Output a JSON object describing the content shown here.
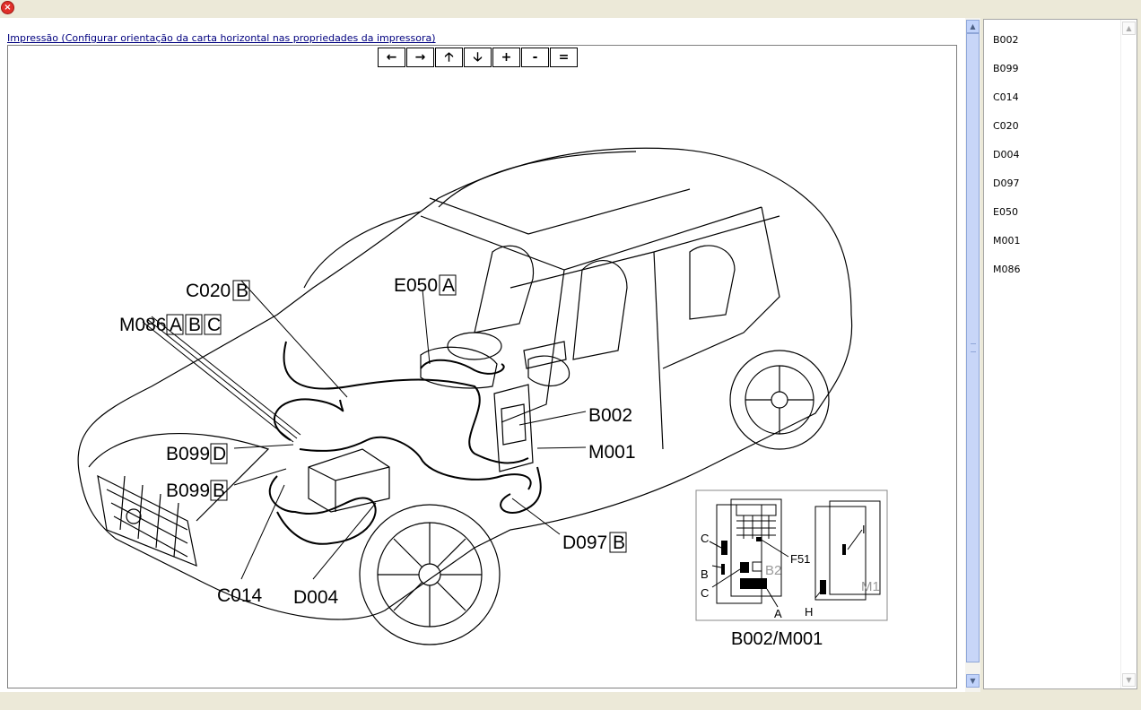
{
  "window": {
    "close_glyph": "×"
  },
  "print_link": "Impressão (Configurar orientação da carta horizontal nas propriedades da impressora)",
  "toolbar": {
    "buttons": [
      {
        "label": "←",
        "name": "pan-left"
      },
      {
        "label": "→",
        "name": "pan-right"
      },
      {
        "label": "🡡",
        "name": "pan-up"
      },
      {
        "label": "🡣",
        "name": "pan-down"
      },
      {
        "label": "+",
        "name": "zoom-in"
      },
      {
        "label": "-",
        "name": "zoom-out"
      },
      {
        "label": "=",
        "name": "zoom-reset"
      }
    ]
  },
  "labels": {
    "c020": "C020",
    "c020_b": "B",
    "e050": "E050",
    "e050_a": "A",
    "m086": "M086",
    "m086_a": "A",
    "m086_b": "B",
    "m086_c": "C",
    "b002": "B002",
    "m001": "M001",
    "b099_1": "B099",
    "b099_1_tag": "D",
    "b099_2": "B099",
    "b099_2_tag": "B",
    "d097": "D097",
    "d097_b": "B",
    "c014": "C014",
    "d004": "D004"
  },
  "inset": {
    "title": "B002/M001",
    "f51": "F51",
    "b2": "B2",
    "m1": "M1",
    "c1": "C",
    "b": "B",
    "c2": "C",
    "a": "A",
    "h": "H",
    "i": "I"
  },
  "side_list": [
    "B002",
    "B099",
    "C014",
    "C020",
    "D004",
    "D097",
    "E050",
    "M001",
    "M086"
  ],
  "colors": {
    "scroll_thumb": "#c8d6f8",
    "link": "#00007f",
    "close": "#e0302a"
  }
}
